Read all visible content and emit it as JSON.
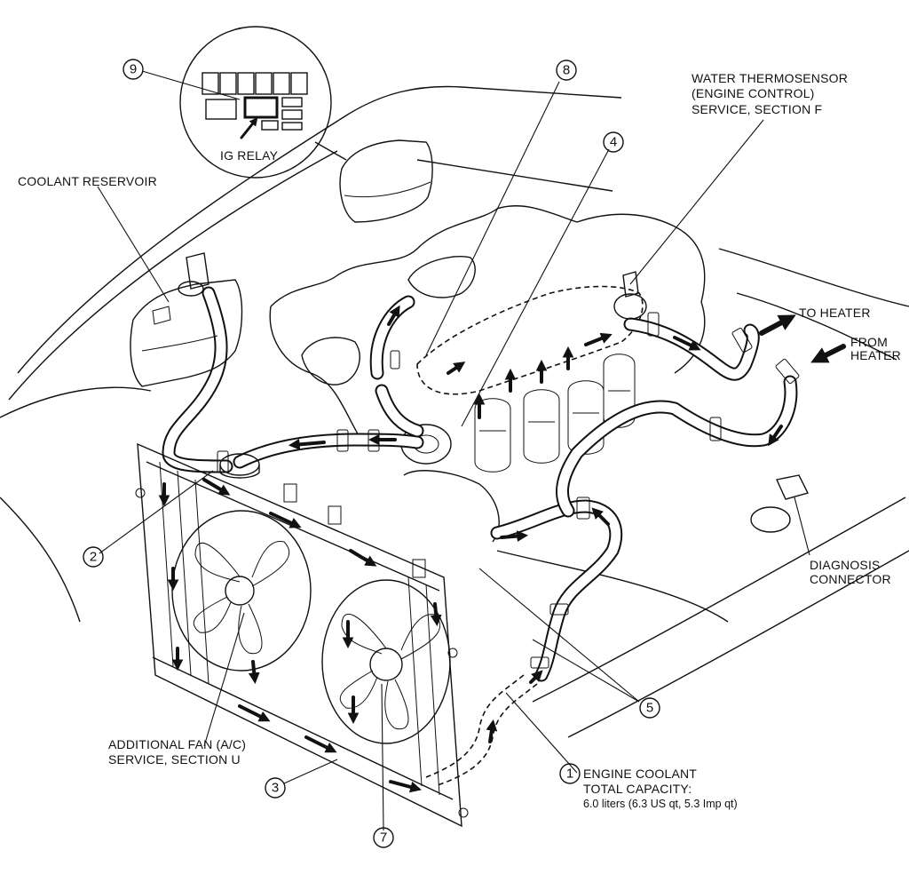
{
  "callouts": {
    "c1": "1",
    "c2": "2",
    "c3": "3",
    "c4": "4",
    "c5": "5",
    "c7": "7",
    "c8": "8",
    "c9": "9"
  },
  "labels": {
    "ig_relay": "IG RELAY",
    "coolant_reservoir": "COOLANT RESERVOIR",
    "thermosensor_1": "WATER THERMOSENSOR",
    "thermosensor_2": "(ENGINE CONTROL)",
    "thermosensor_3": "SERVICE, SECTION F",
    "to_heater": "TO HEATER",
    "from_heater_1": "FROM",
    "from_heater_2": "HEATER",
    "diagnosis_1": "DIAGNOSIS",
    "diagnosis_2": "CONNECTOR",
    "fan_1": "ADDITIONAL FAN (A/C)",
    "fan_2": "SERVICE, SECTION U",
    "coolant_1": "ENGINE COOLANT",
    "coolant_2": "TOTAL CAPACITY:",
    "coolant_3": "6.0 liters (6.3 US qt, 5.3 Imp qt)"
  }
}
